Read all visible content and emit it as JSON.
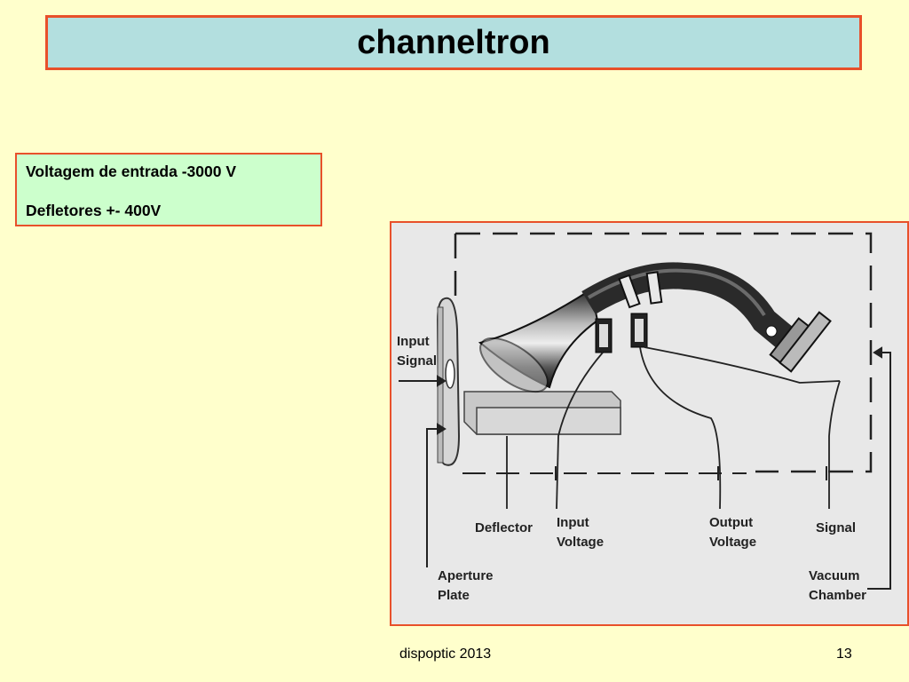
{
  "title": "channeltron",
  "info": {
    "line1": "Voltagem de entrada -3000 V",
    "line2": "Defletores +- 400V"
  },
  "diagram": {
    "labels": {
      "input_signal_1": "Input",
      "input_signal_2": "Signal",
      "deflector": "Deflector",
      "input_voltage_1": "Input",
      "input_voltage_2": "Voltage",
      "output_voltage_1": "Output",
      "output_voltage_2": "Voltage",
      "signal": "Signal",
      "aperture_plate_1": "Aperture",
      "aperture_plate_2": "Plate",
      "vacuum_chamber_1": "Vacuum",
      "vacuum_chamber_2": "Chamber"
    }
  },
  "footer": {
    "left": "dispoptic 2013",
    "page_number": "13"
  }
}
